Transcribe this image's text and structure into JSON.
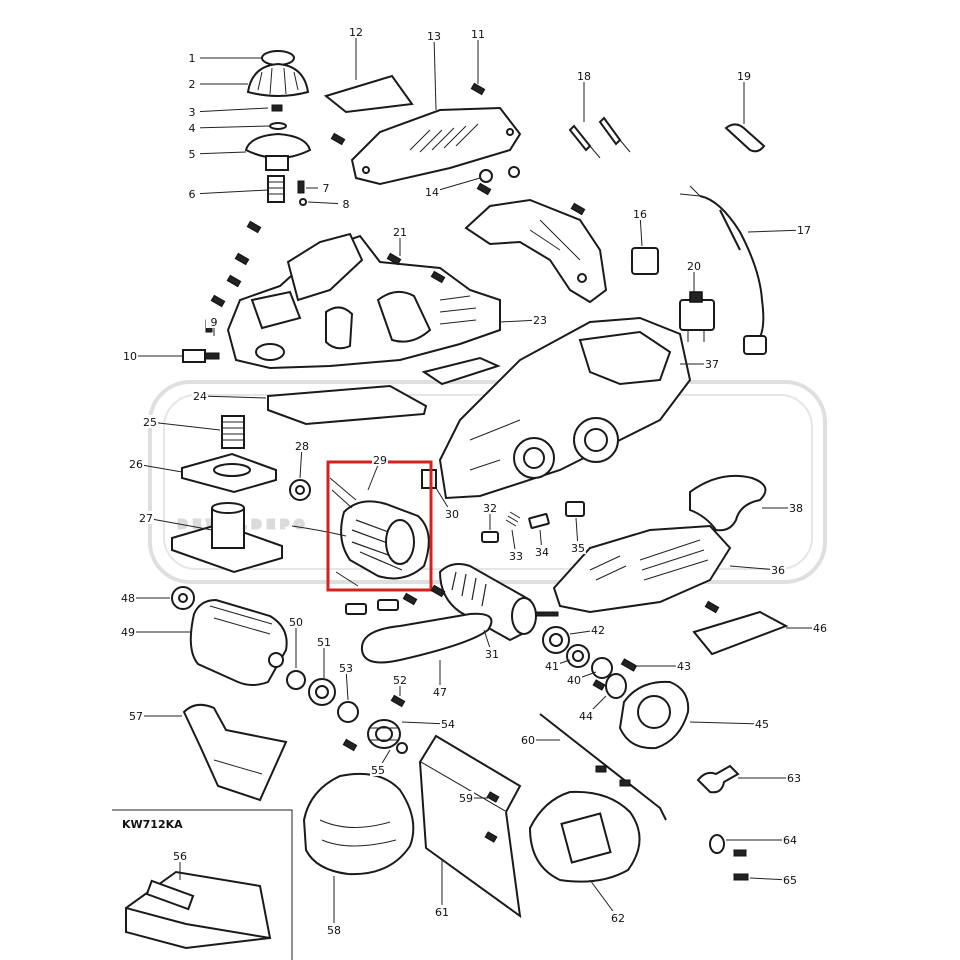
{
  "diagram": {
    "watermark": "DEWALDEPO",
    "model_label": "KW712KA",
    "highlight_color": "#d62020",
    "part_numbers": [
      "1",
      "2",
      "3",
      "4",
      "5",
      "6",
      "7",
      "8",
      "9",
      "10",
      "11",
      "12",
      "13",
      "14",
      "16",
      "17",
      "18",
      "19",
      "20",
      "21",
      "23",
      "24",
      "25",
      "26",
      "27",
      "28",
      "29",
      "30",
      "31",
      "32",
      "33",
      "34",
      "35",
      "36",
      "37",
      "38",
      "40",
      "41",
      "42",
      "43",
      "44",
      "45",
      "46",
      "47",
      "48",
      "49",
      "50",
      "51",
      "52",
      "53",
      "54",
      "55",
      "56",
      "57",
      "58",
      "59",
      "60",
      "61",
      "62",
      "63",
      "64",
      "65"
    ]
  }
}
